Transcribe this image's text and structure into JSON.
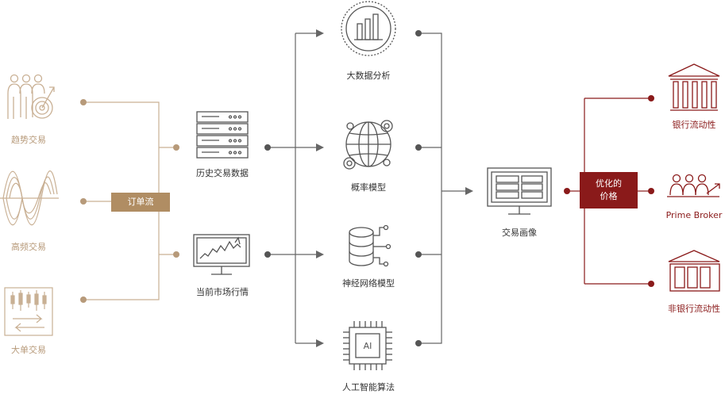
{
  "sources": [
    {
      "label": "趋势交易"
    },
    {
      "label": "高频交易"
    },
    {
      "label": "大单交易"
    }
  ],
  "order_flow": {
    "label": "订单流"
  },
  "inputs": [
    {
      "label": "历史交易数据"
    },
    {
      "label": "当前市场行情"
    }
  ],
  "models": [
    {
      "label": "大数据分析"
    },
    {
      "label": "概率模型"
    },
    {
      "label": "神经网络模型"
    },
    {
      "label": "人工智能算法",
      "chip_text": "AI"
    }
  ],
  "profile": {
    "label": "交易画像"
  },
  "optimized_price": {
    "line1": "优化的",
    "line2": "价格"
  },
  "outputs": [
    {
      "label": "银行流动性"
    },
    {
      "label": "Prime Broker"
    },
    {
      "label": "非银行流动性"
    }
  ],
  "colors": {
    "gold": "#b79a7a",
    "gold_box": "#b08d63",
    "gray": "#666666",
    "red": "#8a1a1a"
  }
}
